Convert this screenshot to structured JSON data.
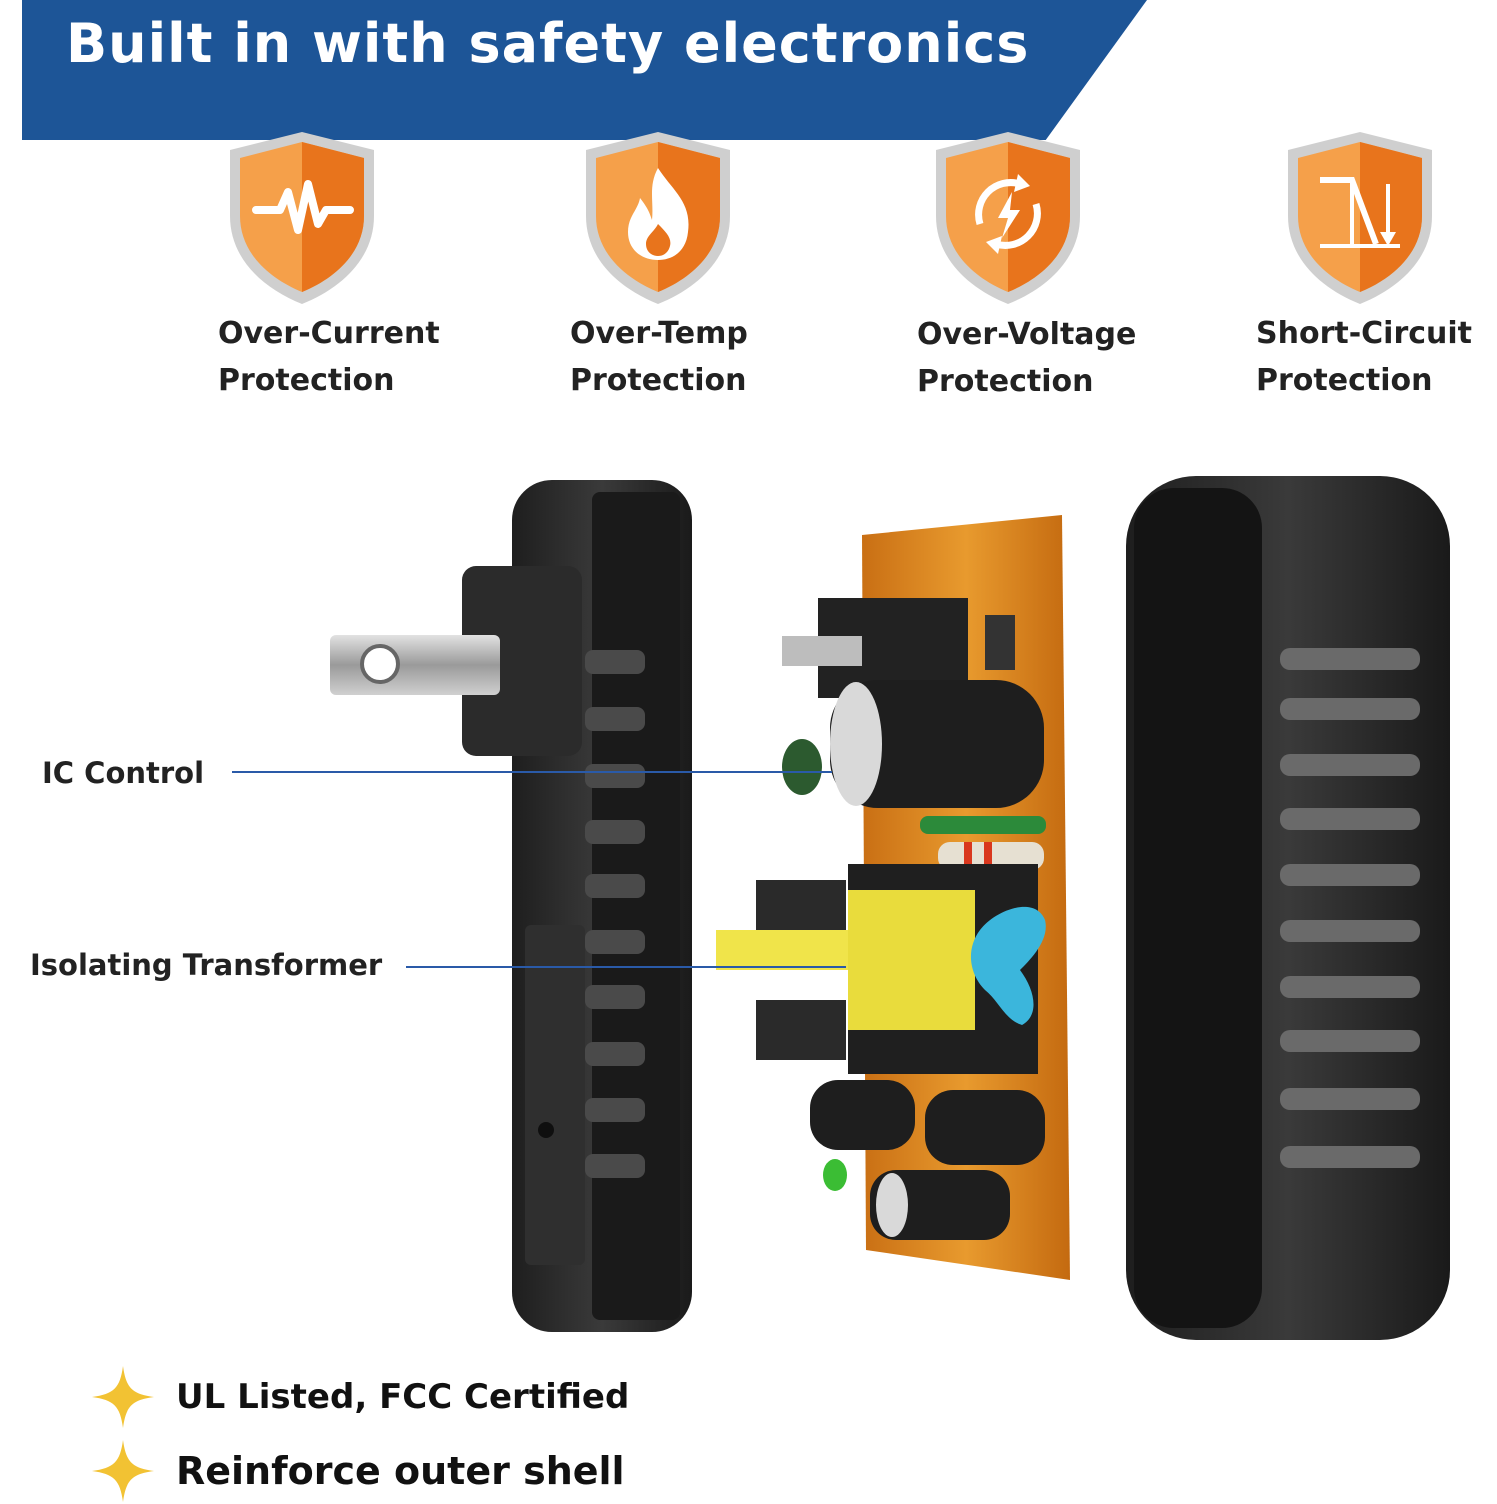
{
  "banner": {
    "title": "Built in with safety electronics",
    "color": "#1d5597"
  },
  "features": [
    {
      "line1": "Over-Current",
      "line2": "Protection",
      "icon": "heartbeat-icon"
    },
    {
      "line1": "Over-Temp",
      "line2": "Protection",
      "icon": "flame-icon"
    },
    {
      "line1": "Over-Voltage",
      "line2": "Protection",
      "icon": "voltage-cycle-icon"
    },
    {
      "line1": "Short-Circuit",
      "line2": "Protection",
      "icon": "circuit-drop-icon"
    }
  ],
  "shield_colors": {
    "light": "#f5a04a",
    "dark": "#e8741c",
    "rim": "#c9c9c9"
  },
  "callouts": {
    "ic_control": "IC Control",
    "transformer": "Isolating Transformer"
  },
  "bullets": [
    {
      "text": "UL Listed, FCC Certified",
      "icon": "sparkle-star-icon"
    },
    {
      "text": "Reinforce outer shell",
      "icon": "sparkle-star-icon"
    }
  ]
}
